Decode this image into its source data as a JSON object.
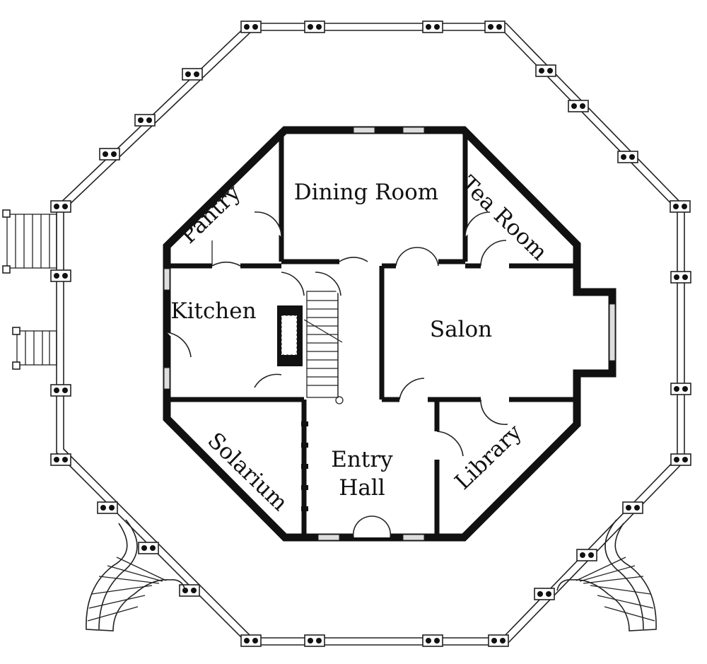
{
  "rooms": {
    "dining_room": "Dining Room",
    "tea_room": "Tea Room",
    "pantry": "Pantry",
    "kitchen": "Kitchen",
    "salon": "Salon",
    "solarium": "Solarium",
    "entry_line1": "Entry",
    "entry_line2": "Hall",
    "library": "Library"
  },
  "colors": {
    "ink": "#111111",
    "paper": "#ffffff"
  }
}
